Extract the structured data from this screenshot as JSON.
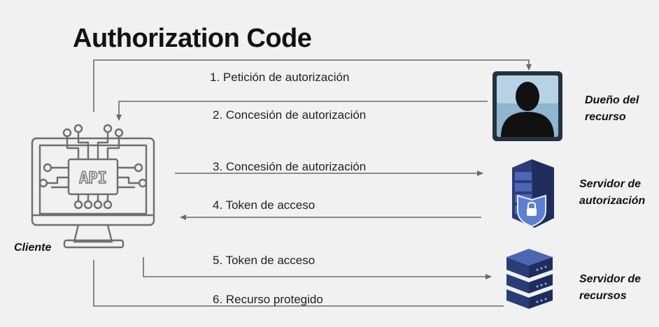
{
  "title": "Authorization Code",
  "steps": [
    "1. Petición de autorización",
    "2. Concesión de autorización",
    "3. Concesión de autorización",
    "4. Token de acceso",
    "5. Token de acceso",
    "6. Recurso protegido"
  ],
  "actors": {
    "client": "Cliente",
    "owner": [
      "Dueño del",
      "recurso"
    ],
    "auth_server": [
      "Servidor de",
      "autorización"
    ],
    "resource_server": [
      "Servidor de",
      "recursos"
    ]
  },
  "api_label": "API",
  "colors": {
    "line": "#6b6b6b",
    "server_dark": "#2a3d78",
    "server_light": "#4c66b4",
    "owner_frame": "#243240",
    "owner_bg": "#8fb5cf"
  }
}
